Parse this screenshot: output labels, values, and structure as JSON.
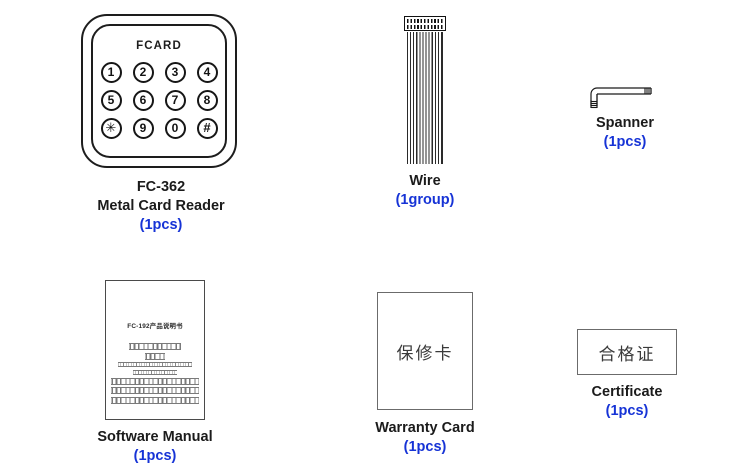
{
  "accent_color": "#1633d6",
  "background_color": "#ffffff",
  "items": [
    {
      "id": "card-reader",
      "art": "metal-card-reader",
      "brand": "FCARD",
      "keys": [
        "1",
        "2",
        "3",
        "4",
        "5",
        "6",
        "7",
        "8",
        "✳",
        "9",
        "0",
        "#"
      ],
      "model": "FC-362",
      "name": "Metal Card Reader",
      "quantity": "(1pcs)"
    },
    {
      "id": "wire",
      "art": "ribbon-wire",
      "name": "Wire",
      "quantity": "(1group)"
    },
    {
      "id": "spanner",
      "art": "hex-key",
      "name": "Spanner",
      "quantity": "(1pcs)"
    },
    {
      "id": "software-manual",
      "art": "manual-booklet",
      "cover_title": "FC-192产品说明书",
      "name": "Software Manual",
      "quantity": "(1pcs)"
    },
    {
      "id": "warranty-card",
      "art": "warranty-card",
      "card_text": "保修卡",
      "name": "Warranty Card",
      "quantity": "(1pcs)"
    },
    {
      "id": "certificate",
      "art": "certificate-slip",
      "card_text": "合格证",
      "name": "Certificate",
      "quantity": "(1pcs)"
    }
  ]
}
